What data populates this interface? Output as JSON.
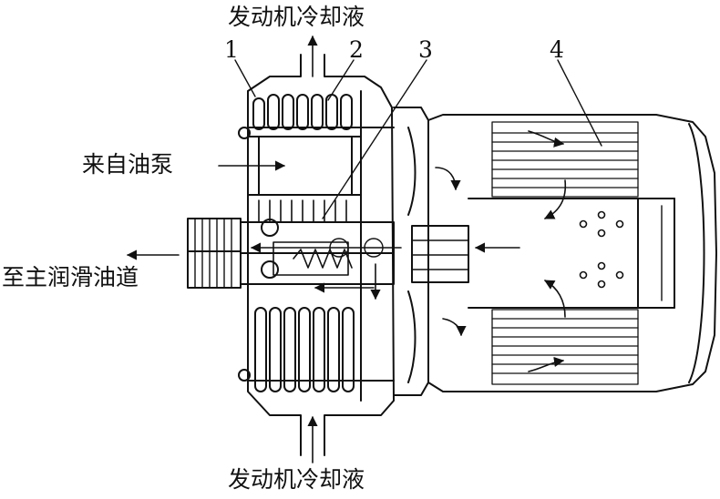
{
  "diagram": {
    "labels": {
      "coolant_out": "发动机冷却液",
      "coolant_in": "发动机冷却液",
      "from_pump": "来自油泵",
      "to_gallery": "至主润滑油道"
    },
    "callouts": [
      "1",
      "2",
      "3",
      "4"
    ]
  }
}
